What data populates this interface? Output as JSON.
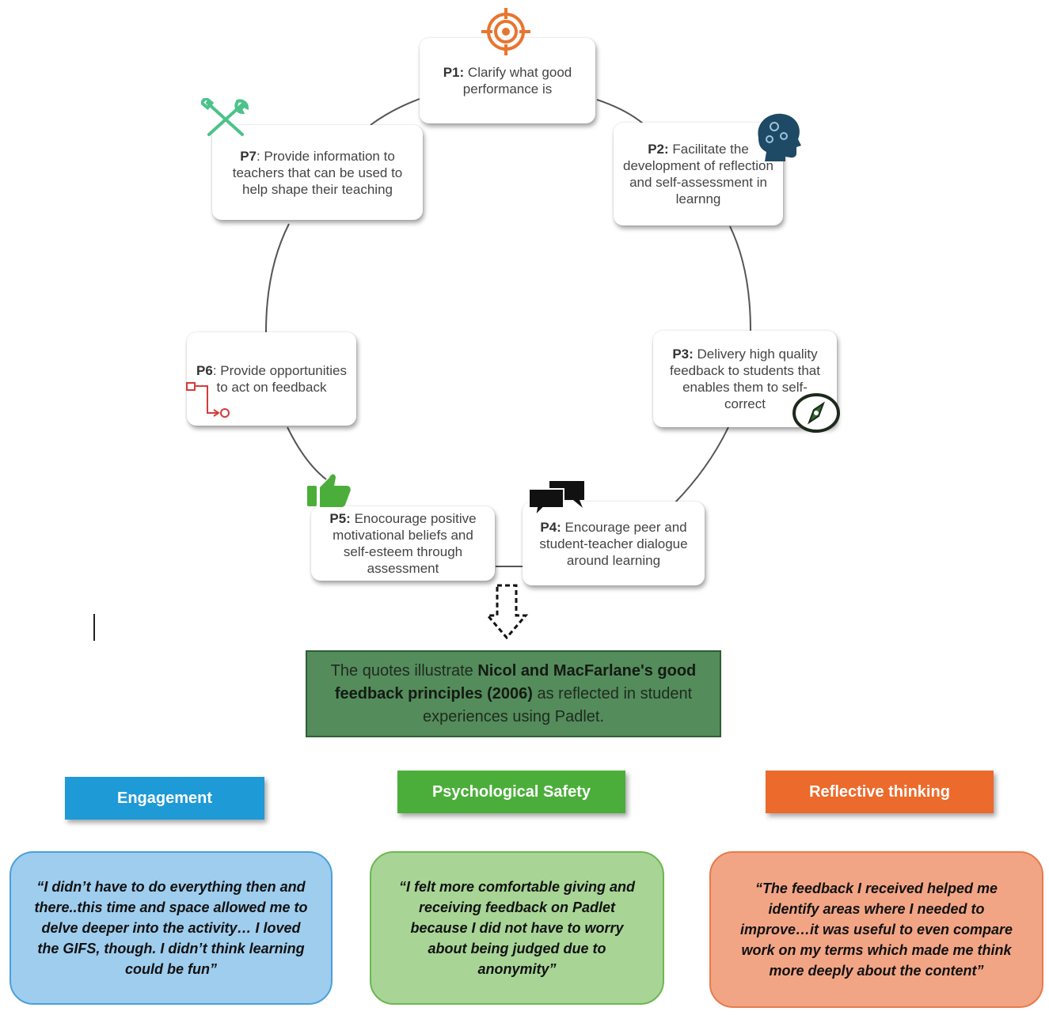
{
  "principles": [
    {
      "id": "P1:",
      "text": " Clarify what good performance is"
    },
    {
      "id": "P2:",
      "text": " Facilitate the development of reflection and self-assessment in learnng"
    },
    {
      "id": "P3:",
      "text": " Delivery high quality feedback to students that enables them to self-correct"
    },
    {
      "id": "P4:",
      "text": " Encourage peer and student-teacher dialogue around learning"
    },
    {
      "id": "P5:",
      "text": " Enocourage positive motivational beliefs and self-esteem through assessment"
    },
    {
      "id": "P6",
      "text": ": Provide opportunities to act on feedback"
    },
    {
      "id": "P7",
      "text": ": Provide information to teachers that can be used to help shape their teaching"
    }
  ],
  "summary": {
    "before": "The quotes illustrate ",
    "bold": "Nicol and MacFarlane's good feedback principles (2006)",
    "after": " as reflected in student experiences using Padlet."
  },
  "categories": [
    {
      "label": "Engagement",
      "color": "#1e9ad6"
    },
    {
      "label": "Psychological Safety",
      "color": "#4bae3a"
    },
    {
      "label": "Reflective thinking",
      "color": "#ec6a2b"
    }
  ],
  "quotes": [
    {
      "text": "“I didn’t have to do everything then and there..this time and space allowed me to delve deeper into the activity… I loved the GIFS, though. I didn’t think learning could be fun”",
      "bg": "#9fcdee",
      "border": "#4aa0dc"
    },
    {
      "text": "“I felt more comfortable giving and receiving feedback on Padlet because I did not have to worry about being judged due to anonymity”",
      "bg": "#a8d596",
      "border": "#6ab850"
    },
    {
      "text": "“The feedback I received helped me identify areas where I needed to improve…it was useful to even compare work on my terms which made me think more deeply about the content”",
      "bg": "#f2a585",
      "border": "#e87a4c"
    }
  ],
  "icons": [
    "target-icon",
    "head-gears-icon",
    "compass-icon",
    "speech-bubbles-icon",
    "thumbs-up-icon",
    "flow-steps-icon",
    "tools-icon",
    "dashed-arrow-down-icon"
  ]
}
